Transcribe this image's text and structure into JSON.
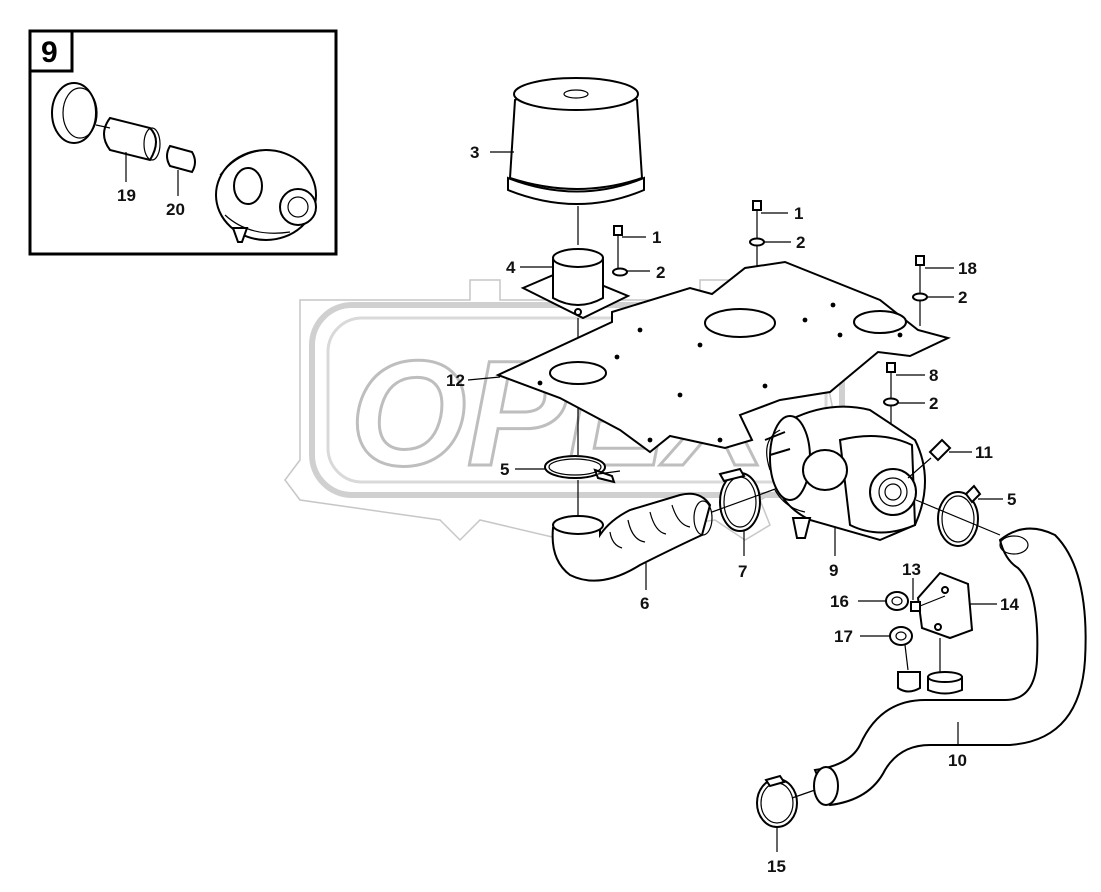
{
  "inset": {
    "number": "9"
  },
  "watermark": {
    "text": "OPEX"
  },
  "callouts": {
    "c1a": "1",
    "c1b": "1",
    "c2a": "2",
    "c2b": "2",
    "c2c": "2",
    "c2d": "2",
    "c3": "3",
    "c4": "4",
    "c5a": "5",
    "c5b": "5",
    "c6": "6",
    "c7": "7",
    "c8": "8",
    "c9": "9",
    "c10": "10",
    "c11": "11",
    "c12": "12",
    "c13": "13",
    "c14": "14",
    "c15": "15",
    "c16": "16",
    "c17": "17",
    "c18": "18",
    "c19": "19",
    "c20": "20"
  }
}
